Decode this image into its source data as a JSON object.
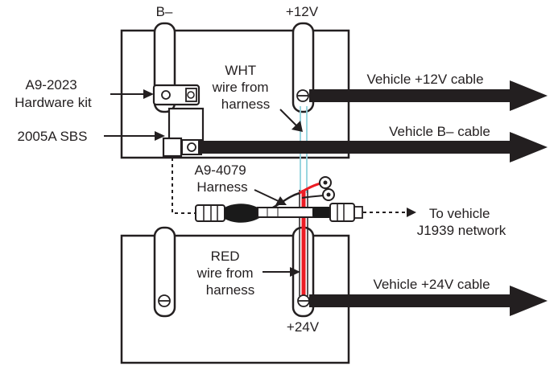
{
  "terminals": {
    "b_minus": "B–",
    "plus_12v": "+12V",
    "plus_24v": "+24V"
  },
  "labels": {
    "hardware_kit": [
      "A9-2023",
      "Hardware kit"
    ],
    "sbs": "2005A SBS",
    "wht_wire": [
      "WHT",
      "wire from",
      "harness"
    ],
    "harness": [
      "A9-4079",
      "Harness"
    ],
    "red_wire": [
      "RED",
      "wire from",
      "harness"
    ],
    "j1939": [
      "To vehicle",
      "J1939 network"
    ]
  },
  "cables": {
    "plus_12v": "Vehicle +12V cable",
    "b_minus": "Vehicle B– cable",
    "plus_24v": "Vehicle +24V cable"
  },
  "colors": {
    "outline": "#231f20",
    "harness_red": "#ec1c24",
    "harness_white": "#ffffff",
    "wht_wire_tint": "#8fd1dc",
    "harness_black": "#1a1a1a"
  }
}
